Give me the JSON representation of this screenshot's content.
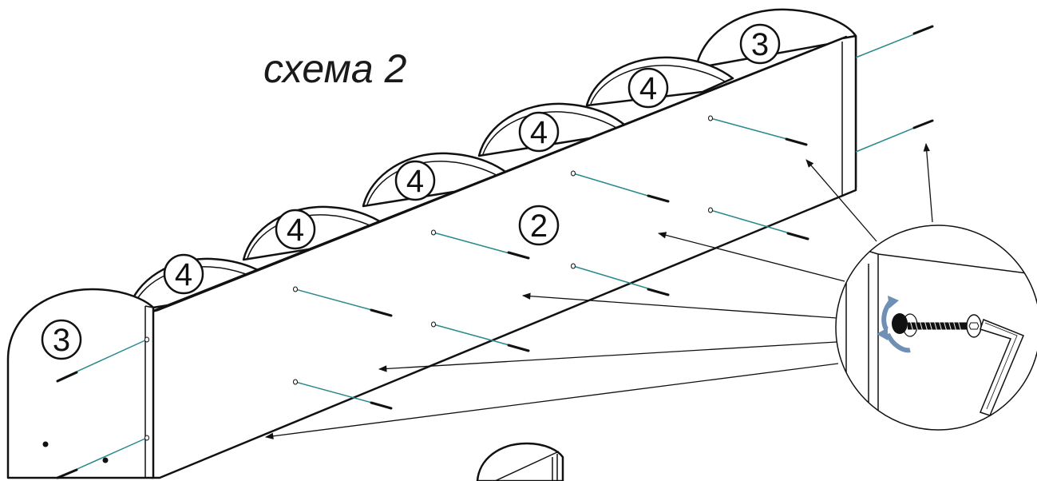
{
  "diagram": {
    "title": "схема 2",
    "part_labels": {
      "end_panel": "3",
      "divider": "4",
      "back_panel": "2"
    }
  },
  "colors": {
    "line": "#111111",
    "screw_axis": "#2a8a8a",
    "rotation_arrow": "#6f8fb5",
    "background": "#ffffff"
  },
  "icons": [
    "confirmat-screw-icon",
    "hex-key-icon",
    "rotation-arrow-icon"
  ]
}
